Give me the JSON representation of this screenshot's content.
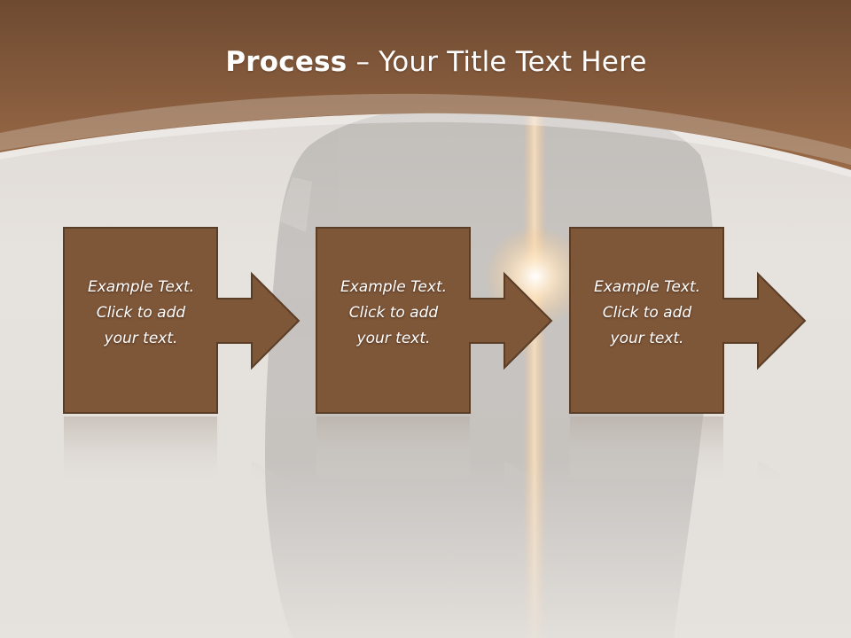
{
  "slide": {
    "title_bold": "Process",
    "title_separator": " – ",
    "title_rest": "Your Title Text Here"
  },
  "colors": {
    "header_brown": "#8e6142",
    "step_fill": "#7e5638",
    "step_border": "#5a3d27",
    "title_text": "#ffffff",
    "step_text": "#ffffff"
  },
  "steps": [
    {
      "line1": "Example Text.",
      "line2": "Click  to add",
      "line3": "your text."
    },
    {
      "line1": "Example Text.",
      "line2": "Click  to add",
      "line3": "your text."
    },
    {
      "line1": "Example Text.",
      "line2": "Click  to add",
      "line3": "your text."
    }
  ]
}
